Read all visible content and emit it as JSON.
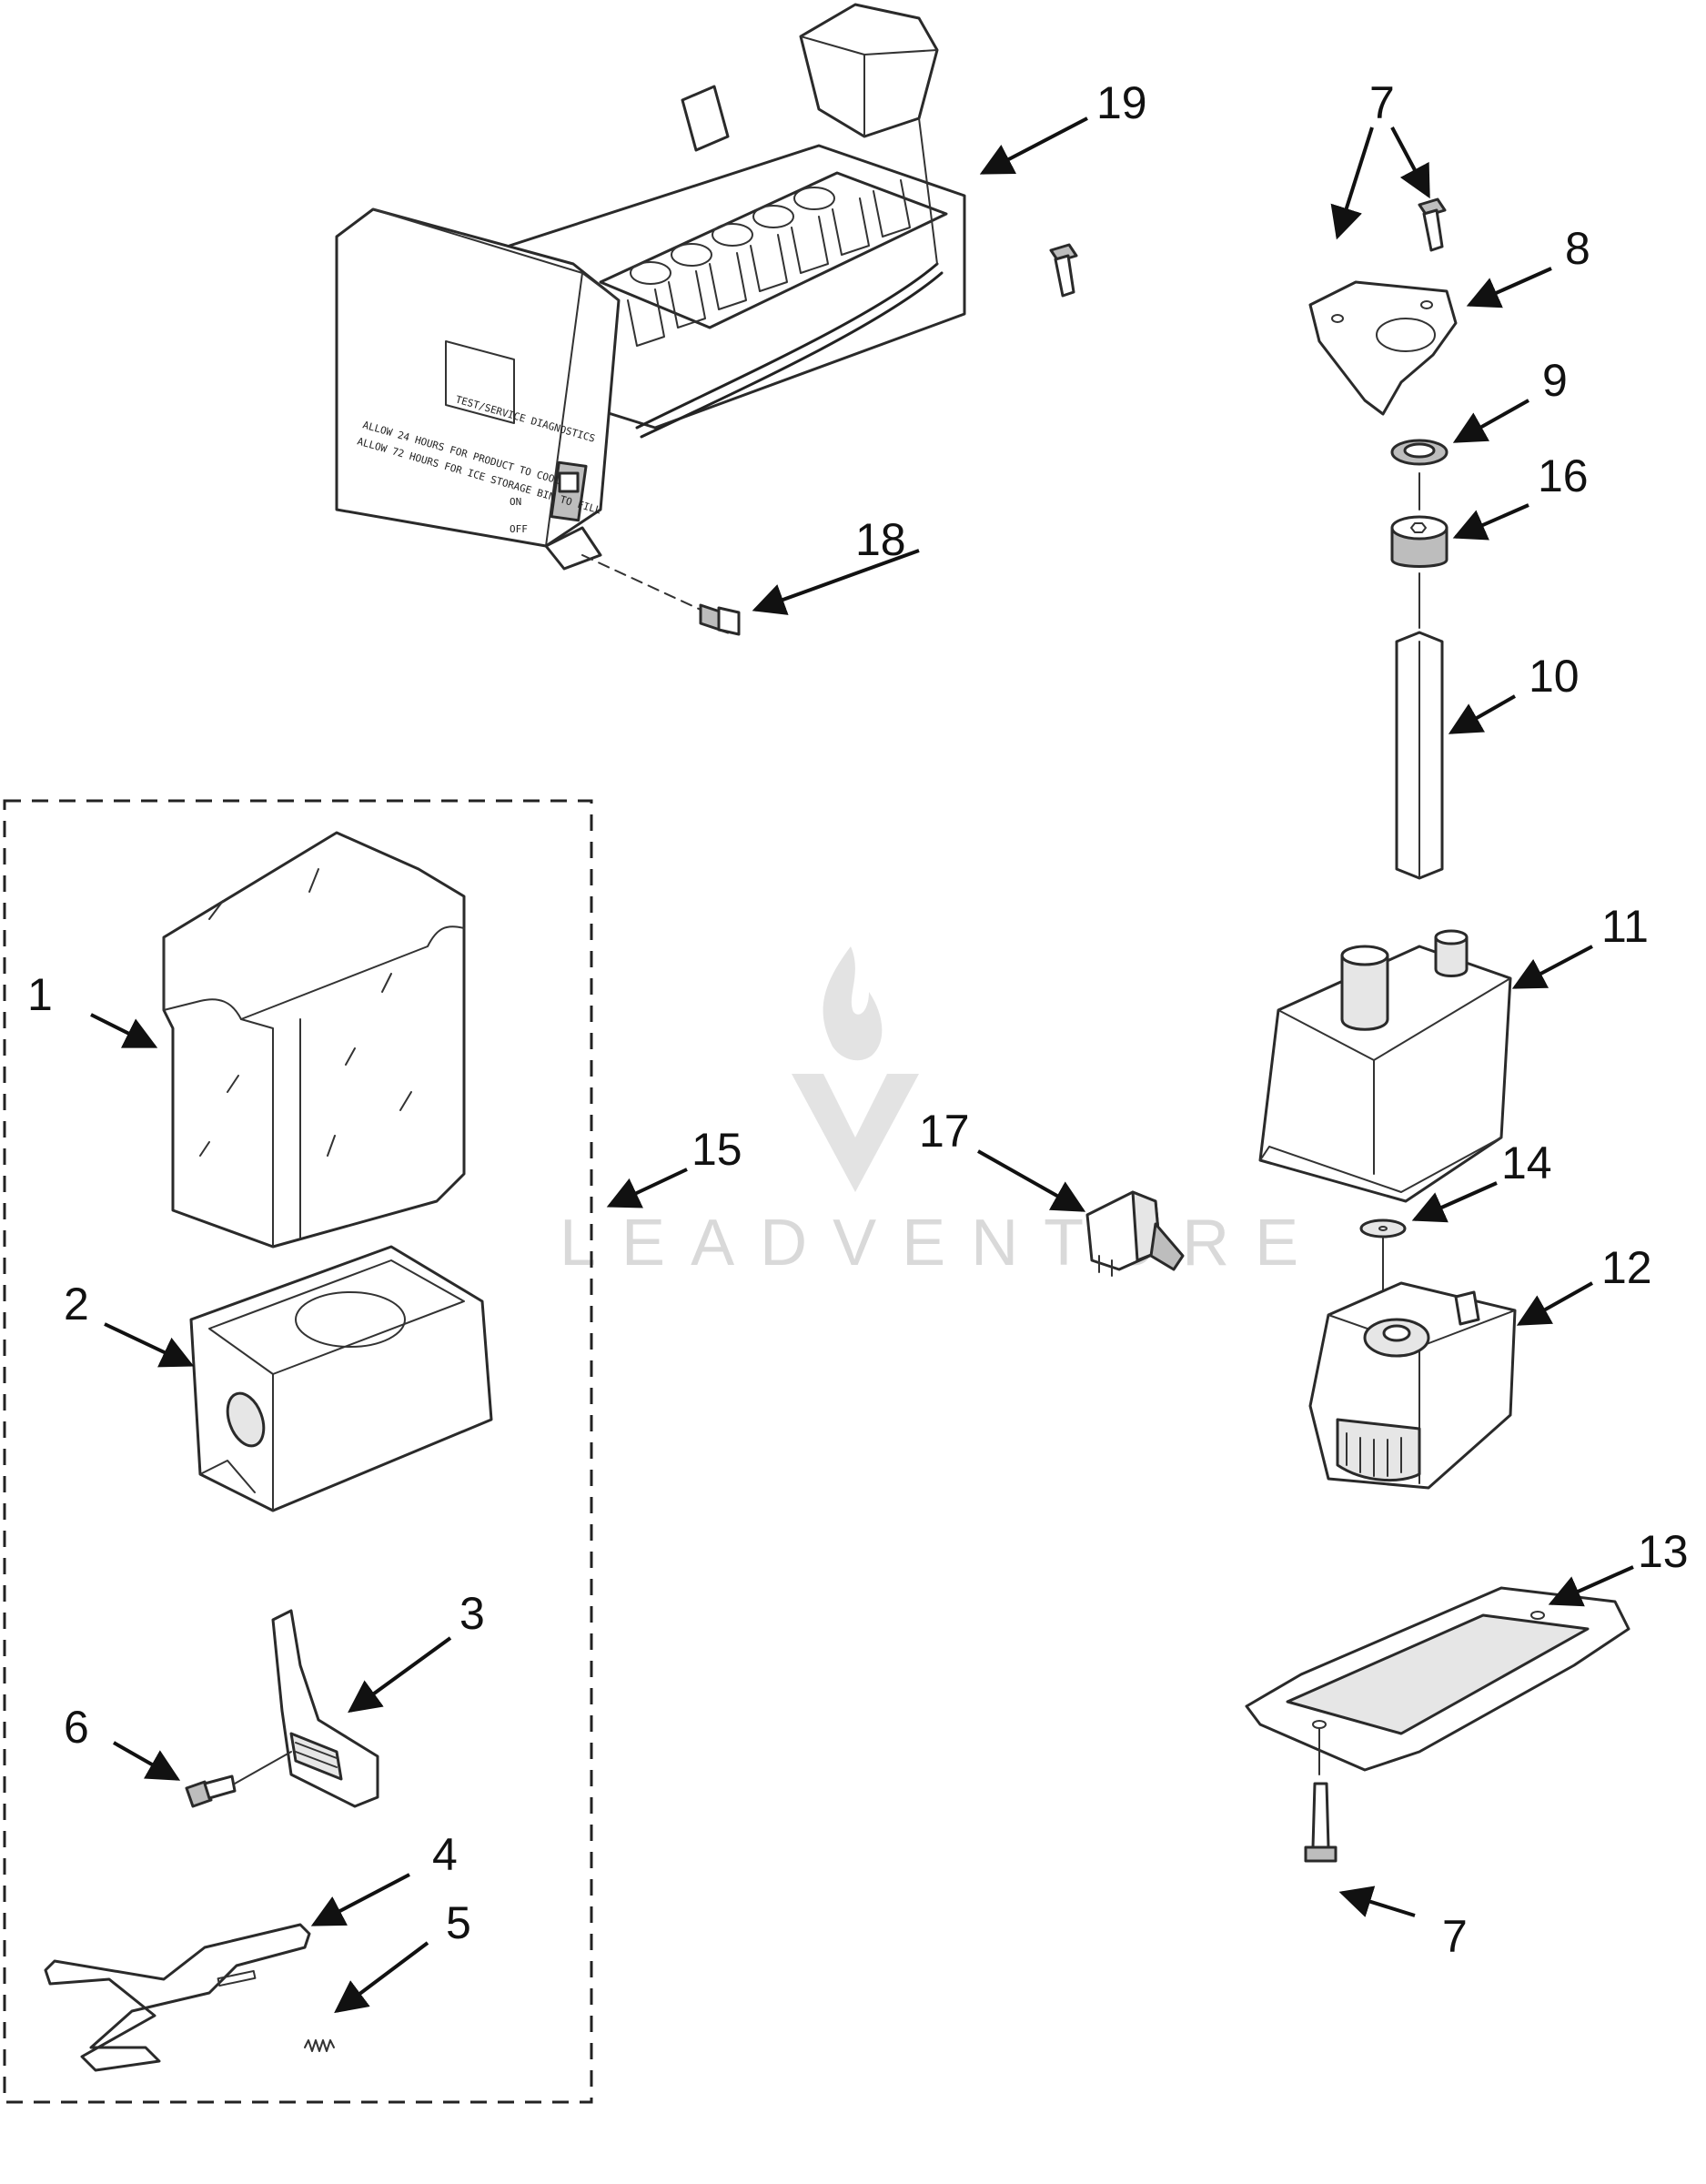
{
  "watermark": {
    "text": "LEADVENTURE",
    "color": "#d9d9d9"
  },
  "callouts": {
    "c1": "1",
    "c2": "2",
    "c3": "3",
    "c4": "4",
    "c5": "5",
    "c6": "6",
    "c7a": "7",
    "c7b": "7",
    "c8": "8",
    "c9": "9",
    "c10": "10",
    "c11": "11",
    "c12": "12",
    "c13": "13",
    "c14": "14",
    "c15": "15",
    "c16": "16",
    "c17": "17",
    "c18": "18",
    "c19": "19"
  },
  "icemaker_text": {
    "line1": "ALLOW 24 HOURS FOR PRODUCT TO COOL",
    "line2": "ALLOW 72 HOURS FOR ICE STORAGE BIN TO FILL",
    "test": "TEST/SERVICE DIAGNOSTICS",
    "on": "ON",
    "off": "OFF"
  }
}
